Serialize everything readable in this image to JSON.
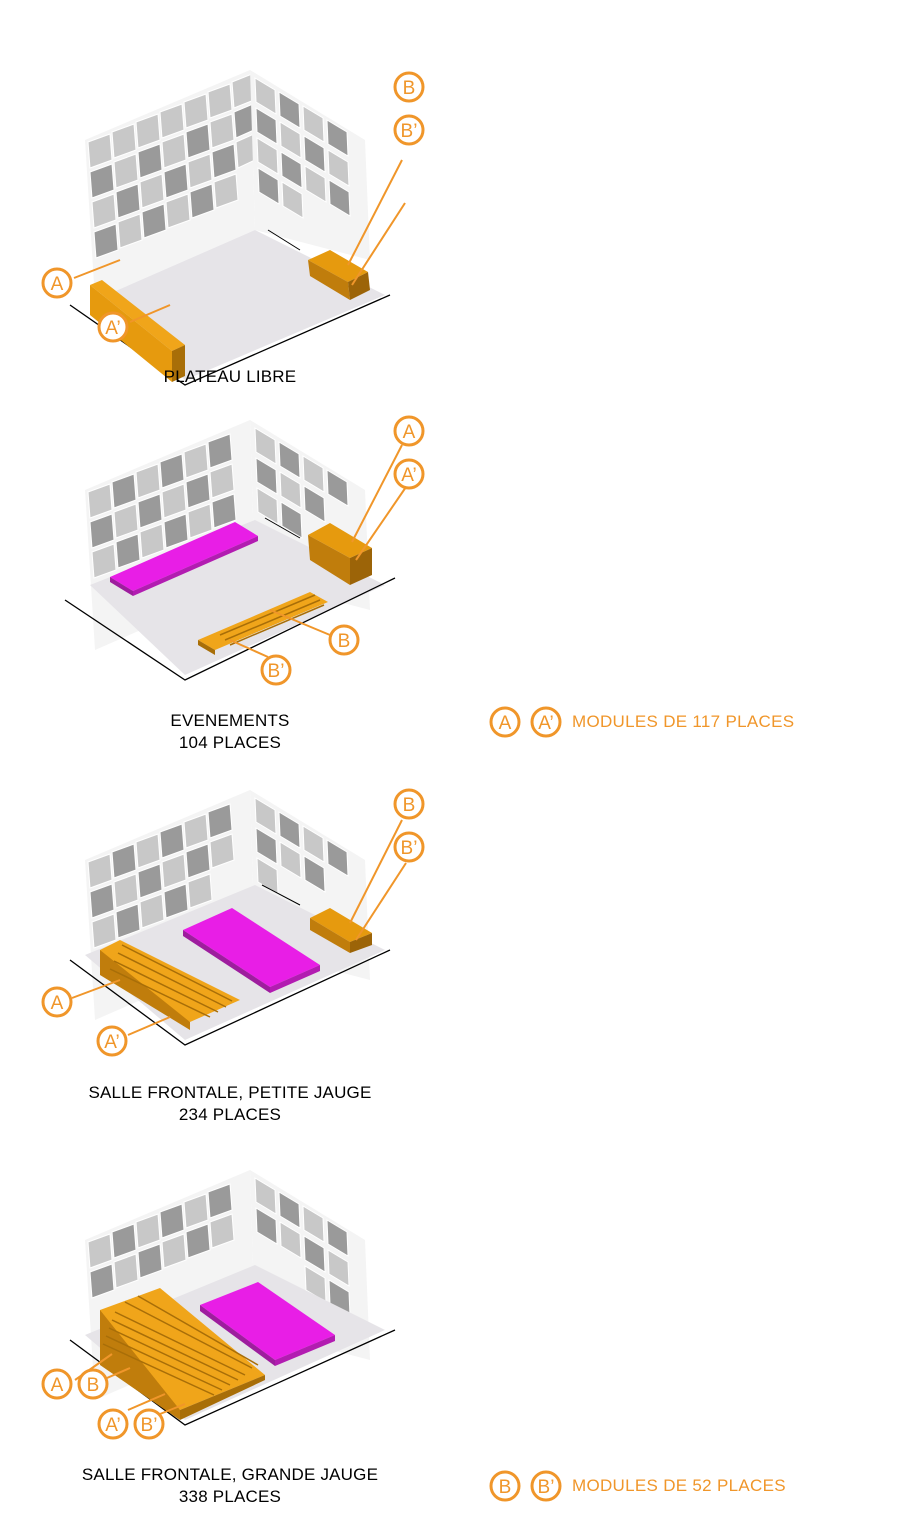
{
  "colors": {
    "accent": "#f0962a",
    "module_fill": "#e69a0e",
    "module_side": "#b7760a",
    "stage_fill": "#e81ee6",
    "stage_side": "#9e1d9e",
    "floor": "#e6e4e8",
    "wall_light": "#d3d3d3",
    "wall_dark": "#8e8e8e"
  },
  "panels": [
    {
      "id": "plateau-libre",
      "caption": [
        "PLATEAU LIBRE"
      ],
      "tags": [
        "A",
        "A’",
        "B",
        "B’"
      ]
    },
    {
      "id": "evenements",
      "caption": [
        "EVENEMENTS",
        "104 PLACES"
      ],
      "tags": [
        "A",
        "A’",
        "B",
        "B’"
      ]
    },
    {
      "id": "salle-frontale-petite-jauge",
      "caption": [
        "SALLE FRONTALE, PETITE JAUGE",
        "234 PLACES"
      ],
      "tags": [
        "B",
        "B’",
        "A",
        "A’"
      ]
    },
    {
      "id": "salle-frontale-grande-jauge",
      "caption": [
        "SALLE FRONTALE, GRANDE JAUGE",
        "338 PLACES"
      ],
      "tags": [
        "A",
        "B",
        "A’",
        "B’"
      ]
    }
  ],
  "legend": [
    {
      "tags": [
        "A",
        "A’"
      ],
      "text": "MODULES DE 117 PLACES"
    },
    {
      "tags": [
        "B",
        "B’"
      ],
      "text": "MODULES DE 52 PLACES"
    }
  ]
}
